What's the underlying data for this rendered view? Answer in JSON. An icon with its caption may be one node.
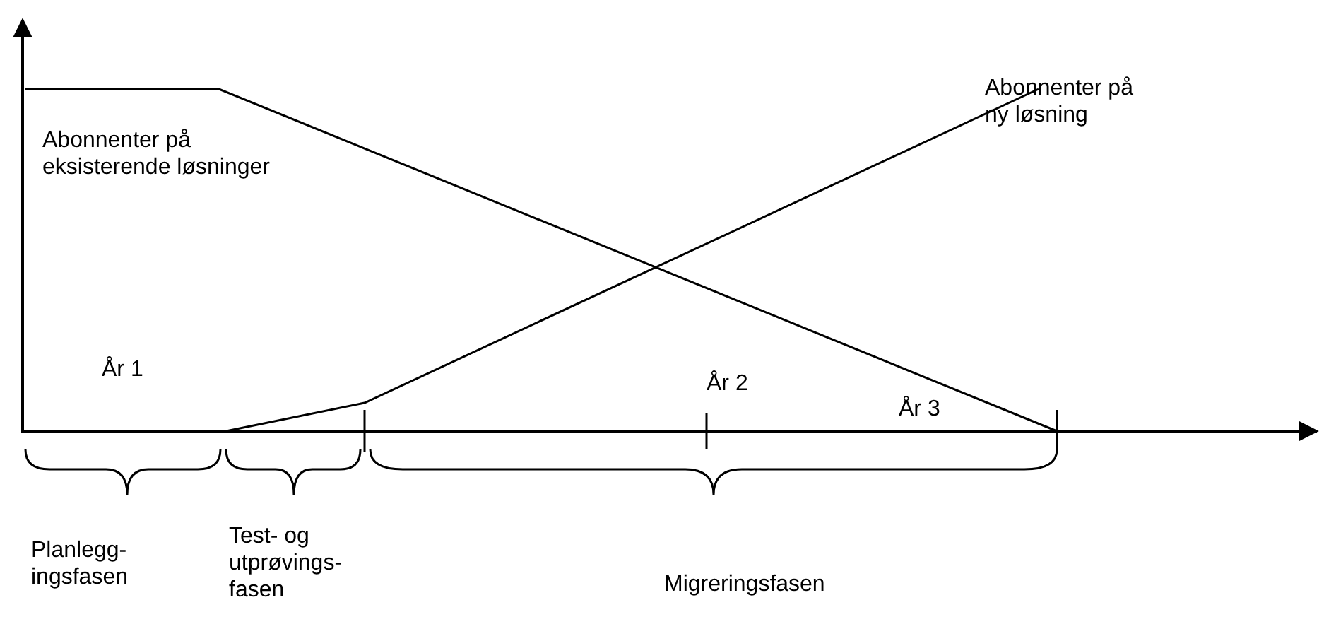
{
  "diagram": {
    "labels": [
      "Abonnenter på ny løsning",
      "Abonnenter på eksisterende løsninger",
      "År 1",
      "År 2",
      "År 3",
      "Planlegg- ingsfasen",
      "Test- og utprøvings- fasen",
      "Migreringsfasen"
    ]
  }
}
